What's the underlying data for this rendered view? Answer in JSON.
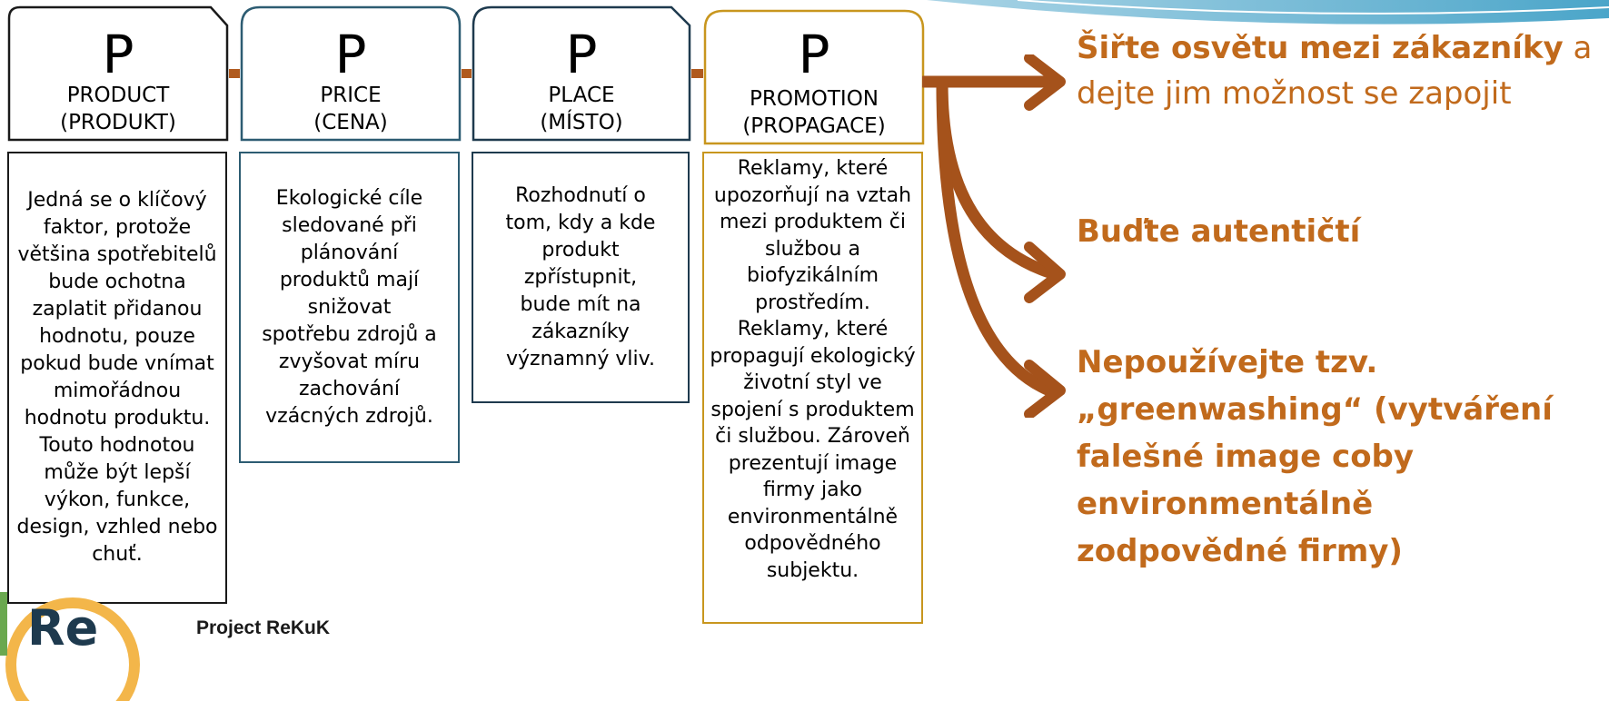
{
  "columns": [
    {
      "letter": "P",
      "title": "PRODUCT",
      "subtitle": "(PRODUKT)",
      "color": "#1a1a1a",
      "description": "Jedná se o klíčový faktor, protože většina spotřebitelů bude ochotna zaplatit přidanou hodnotu, pouze pokud bude vnímat mimořádnou hodnotu produktu. Touto hodnotou může být lepší výkon, funkce, design, vzhled nebo chuť."
    },
    {
      "letter": "P",
      "title": "PRICE",
      "subtitle": "(CENA)",
      "color": "#2d5c72",
      "description": "Ekologické cíle sledované při plánování produktů mají snižovat spotřebu zdrojů a zvyšovat míru zachování vzácných zdrojů."
    },
    {
      "letter": "P",
      "title": "PLACE",
      "subtitle": "(MÍSTO)",
      "color": "#1e3a4e",
      "description": "Rozhodnutí o tom, kdy a kde produkt zpřístupnit, bude mít na zákazníky významný vliv."
    },
    {
      "letter": "P",
      "title": "PROMOTION",
      "subtitle": "(PROPAGACE)",
      "color": "#c8961e",
      "description": "Reklamy, které upozorňují na vztah mezi produktem či službou a biofyzikálním prostředím. Reklamy, které propagují ekologický životní styl ve spojení s produktem či službou. Zároveň prezentují image firmy jako environmentálně odpovědného subjektu."
    }
  ],
  "tips": {
    "tip1_bold": "Šiřte osvětu mezi zákazníky",
    "tip1_rest": " a dejte jim možnost se zapojit",
    "tip2": "Buďte autentičtí",
    "tip3": "Nepoužívejte tzv. „greenwashing“ (vytváření falešné image coby environmentálně zodpovědné firmy)"
  },
  "footer": {
    "project": "Project ReKuK",
    "logo_text": "Re"
  },
  "colors": {
    "accent": "#c16a1c",
    "arrow": "#a5521b",
    "connector": "#b05a1e"
  }
}
